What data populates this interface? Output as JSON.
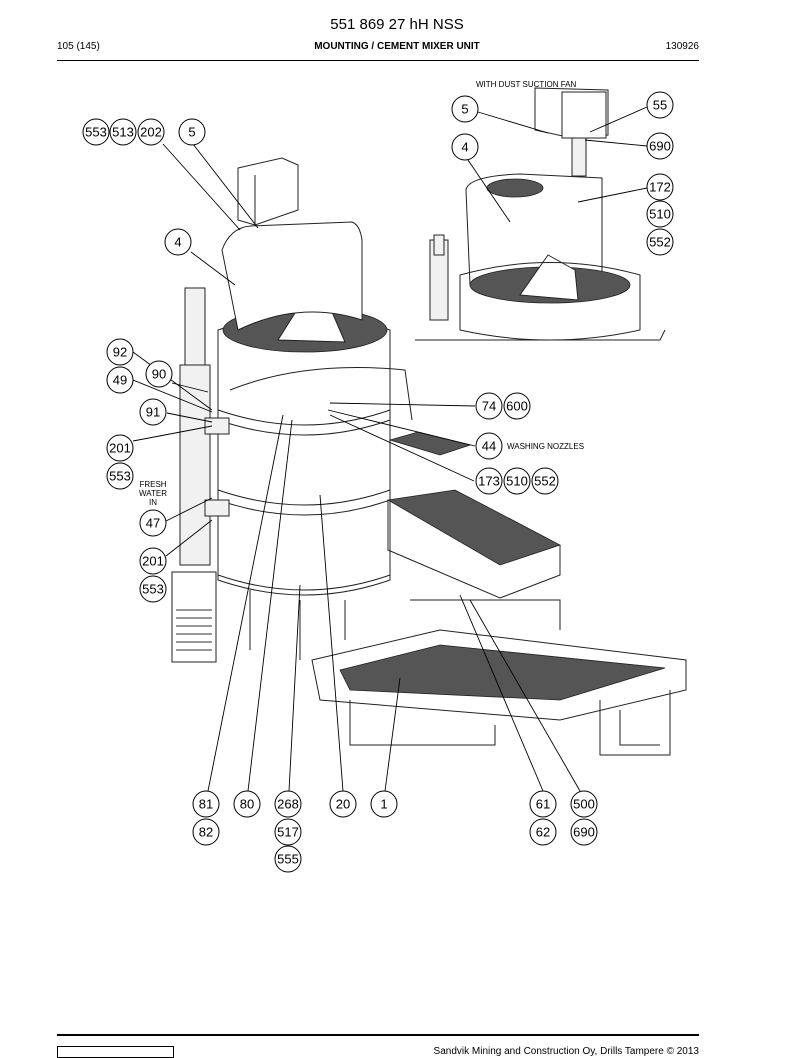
{
  "header": {
    "title": "551 869 27 hH NSS",
    "page": "105 (145)",
    "section": "MOUNTING / CEMENT MIXER UNIT",
    "code": "130926"
  },
  "notes": {
    "dust_fan": "WITH DUST SUCTION FAN",
    "washing": "WASHING NOZZLES",
    "fresh_water": [
      "FRESH",
      "WATER",
      "IN"
    ]
  },
  "callouts": [
    "553",
    "513",
    "202",
    "5",
    "4",
    "92",
    "49",
    "90",
    "91",
    "201",
    "553",
    "47",
    "201",
    "553",
    "5",
    "55",
    "4",
    "690",
    "172",
    "510",
    "552",
    "74",
    "600",
    "44",
    "173",
    "510",
    "552",
    "81",
    "82",
    "80",
    "268",
    "517",
    "555",
    "20",
    "1",
    "61",
    "62",
    "500",
    "690"
  ],
  "footer": {
    "copyright": "Sandvik Mining and Construction Oy, Drills Tampere © 2013"
  }
}
